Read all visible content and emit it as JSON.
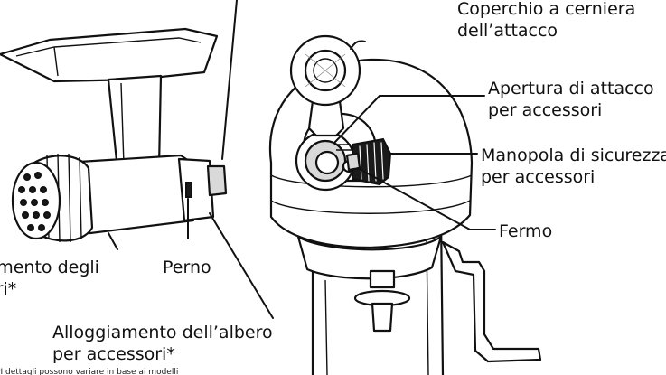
{
  "labels": {
    "hinged_cover": {
      "line1": "Coperchio a cerniera",
      "line2": "dell’attacco"
    },
    "attachment_opening": {
      "line1": "Apertura di attacco",
      "line2": "per accessori"
    },
    "locking_knob": {
      "line1": "Manopola di sicurezza",
      "line2": "per accessori"
    },
    "latch": {
      "line1": "Fermo"
    },
    "pin": {
      "line1": "Perno"
    },
    "housing_left": {
      "line1": "Alloggiamento degli",
      "line2": "accessori*"
    },
    "shaft_housing": {
      "line1": "Alloggiamento dell’albero",
      "line2": "per accessori*"
    },
    "footnote": {
      "line1": "*I dettagli possono variare in base ai modelli"
    }
  }
}
